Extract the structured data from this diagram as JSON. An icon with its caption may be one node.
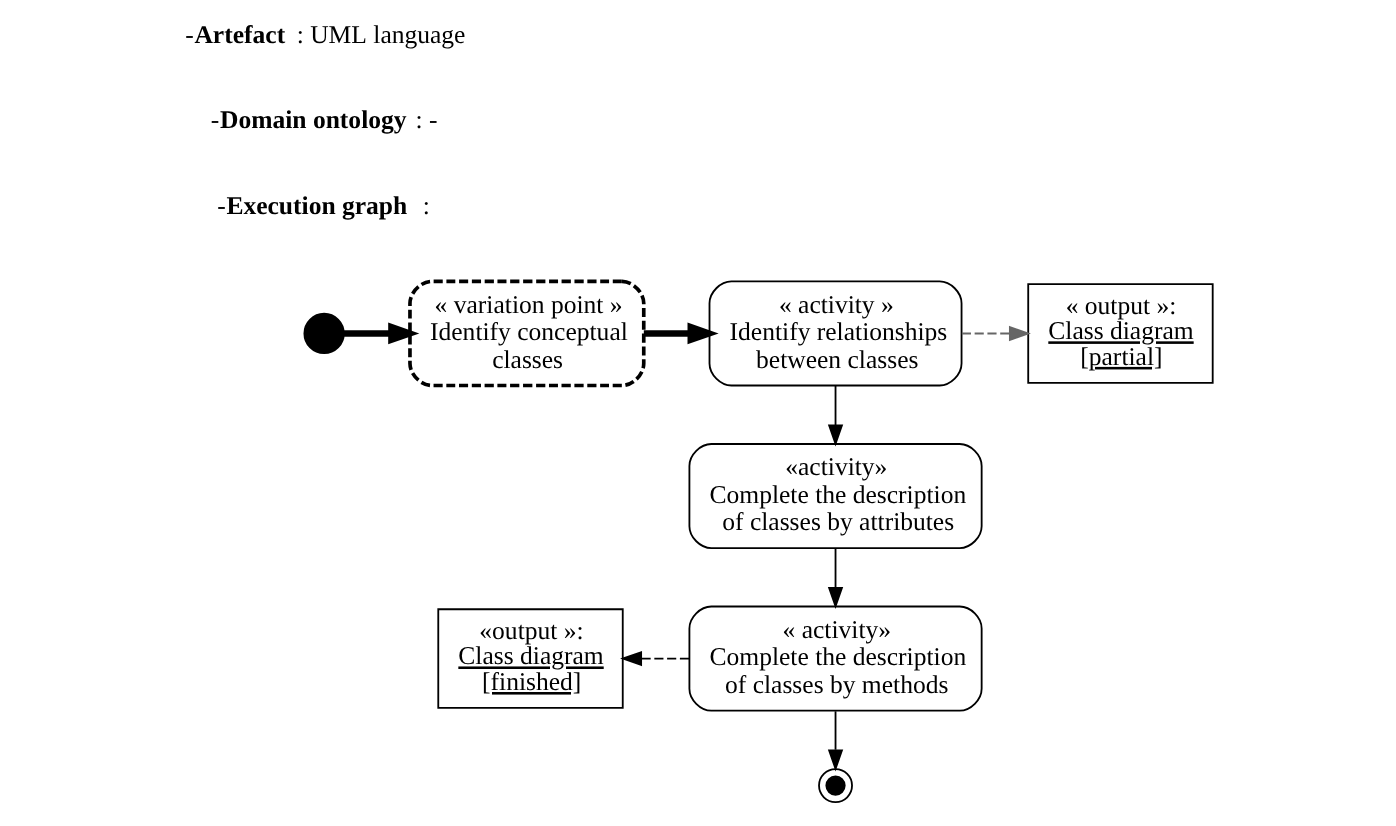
{
  "diagram": {
    "nodes": [
      {
        "text": [],
        "shape": "circle"
      },
      {
        "text": [
          "« variation point »",
          "Identify conceptual classes"
        ]
      },
      {
        "text": [
          "« activity »",
          "Identify relationships between classes"
        ]
      },
      {
        "text": [
          "« output »:",
          "Class diagram",
          "[partial]"
        ]
      },
      {
        "text": [
          "«activity»",
          "Complete the description of classes by attributes"
        ]
      },
      {
        "text": [
          "«output »:",
          "Class diagram",
          "[finished]"
        ]
      },
      {
        "text": [
          "« activity»",
          "Complete the description of classes by methods"
        ]
      },
      {
        "text": [],
        "shape": "circle"
      }
    ],
    "edges": [
      {
        "from": 0,
        "to": 1,
        "arrow": "to",
        "style": "thick"
      },
      {
        "from": 1,
        "to": 2,
        "arrow": "to",
        "style": "thick"
      },
      {
        "from": 2,
        "to": 3,
        "arrow": "to",
        "style": "dashed",
        "color": "#666666"
      },
      {
        "from": 2,
        "to": 4,
        "arrow": "to"
      },
      {
        "from": 4,
        "to": 6,
        "arrow": "to"
      },
      {
        "from": 6,
        "to": 5,
        "arrow": "to",
        "style": "dashed"
      },
      {
        "from": 6,
        "to": 7,
        "arrow": "to"
      }
    ],
    "labels": [
      "-**Artefact** : UML language",
      "-**Domain ontology** : -",
      "-**Execution graph**  :"
    ]
  }
}
